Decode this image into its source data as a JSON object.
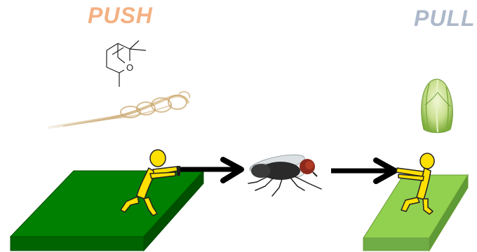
{
  "labels": {
    "push": "PUSH",
    "pull": "PULL"
  },
  "molecule": {
    "atom_label": "O"
  },
  "colors": {
    "push_text": "#f4b183",
    "pull_text": "#adb9ca",
    "left_platform_top": "#008000",
    "left_platform_side": "#006400",
    "right_platform_top": "#92d050",
    "right_platform_side": "#70ad47",
    "figure_fill": "#ffe000",
    "arrow": "#000000",
    "smoke": "#c8a46a",
    "cabbage": "#9bc45a"
  },
  "icons": {
    "molecule": "eucalyptol-structure-icon",
    "smoke": "smoke-icon",
    "fly": "housefly-icon",
    "cabbage": "napa-cabbage-icon",
    "pusher": "pushing-figure-icon",
    "puller": "pulling-figure-icon"
  }
}
